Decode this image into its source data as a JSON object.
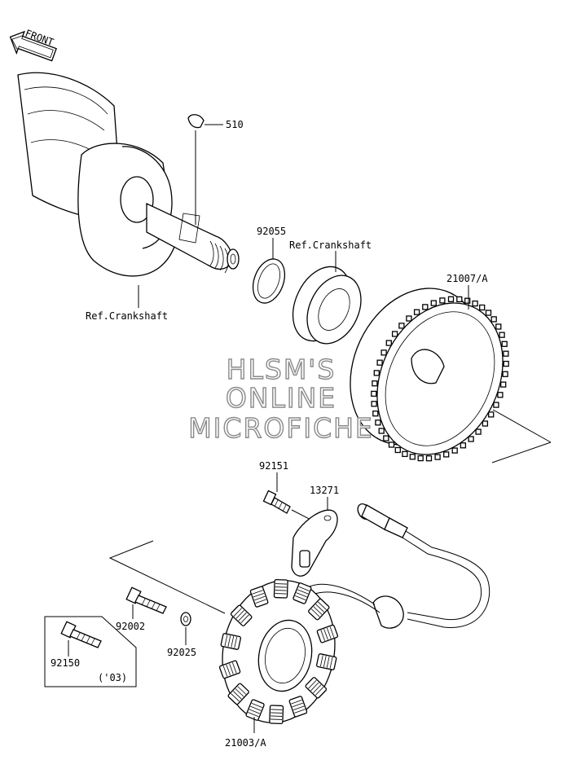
{
  "front_label": "FRONT",
  "watermark": {
    "line1": "HLSM'S",
    "line2": "ONLINE",
    "line3": "MICROFICHE"
  },
  "callouts": {
    "p510": "510",
    "p92055": "92055",
    "ref_crankshaft_upper": "Ref.Crankshaft",
    "ref_crankshaft_lower": "Ref.Crankshaft",
    "p21007a": "21007/A",
    "p92151": "92151",
    "p13271": "13271",
    "p92002": "92002",
    "p92025": "92025",
    "p92150": "92150",
    "year_note": "('03)",
    "p21003a": "21003/A"
  },
  "colors": {
    "line": "#000000",
    "watermark_outline": "#8a8a8a",
    "background": "#ffffff"
  }
}
